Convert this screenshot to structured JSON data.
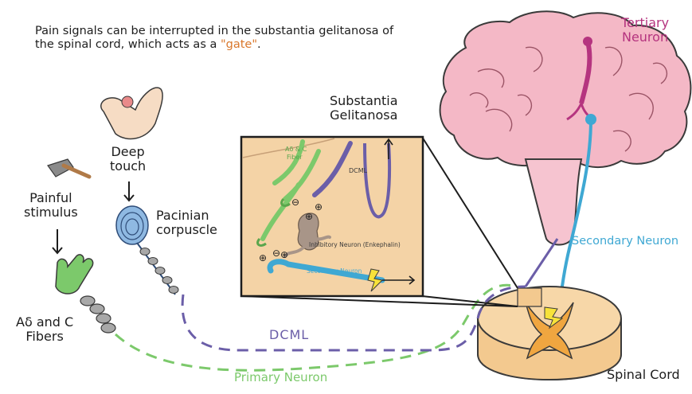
{
  "header": {
    "line1": "Pain signals can be interrupted in the substantia gelitanosa of",
    "line2_pre": "the spinal cord, which acts as a ",
    "line2_gate": "\"gate\"",
    "line2_post": "."
  },
  "labels": {
    "tertiary_1": "Tertiary",
    "tertiary_2": "Neuron",
    "substantia_1": "Substantia",
    "substantia_2": "Gelitanosa",
    "deep_touch_1": "Deep",
    "deep_touch_2": "touch",
    "painful_1": "Painful",
    "painful_2": "stimulus",
    "pacinian_1": "Pacinian",
    "pacinian_2": "corpuscle",
    "adc_1": "Aδ and C",
    "adc_2": "Fibers",
    "secondary_neuron": "Secondary Neuron",
    "dcml": "DCML",
    "primary_neuron": "Primary Neuron",
    "spinal_cord": "Spinal Cord"
  },
  "inset": {
    "fibers_1": "Aδ & C",
    "fibers_2": "Fiber",
    "dcml": "DCML",
    "inhibitory": "Inhibitory Neuron (Enkephalin)",
    "secondary": "Secondary Neuron",
    "minus": "⊖",
    "plus": "⊕"
  },
  "colors": {
    "brain": "#f4b8c6",
    "tertiary": "#b5347f",
    "secondary": "#3fa8d3",
    "dcml": "#6b5ea8",
    "primary": "#7cc96b",
    "gate_word": "#d9772b",
    "cord": "#f3c98f"
  }
}
